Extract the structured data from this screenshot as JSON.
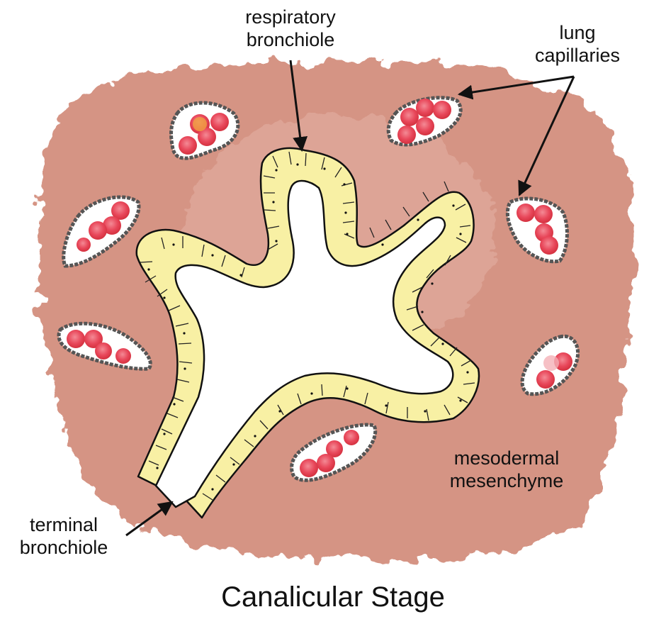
{
  "labels": {
    "respiratory_bronchiole": [
      "respiratory",
      "bronchiole"
    ],
    "lung_capillaries": [
      "lung",
      "capillaries"
    ],
    "mesodermal_mesenchyme": [
      "mesodermal",
      "mesenchyme"
    ],
    "terminal_bronchiole": [
      "terminal",
      "bronchiole"
    ]
  },
  "title": "Canalicular Stage",
  "colors": {
    "mesenchyme": "#d99a8a",
    "mesenchyme_light": "#eec3b8",
    "epithelium": "#f8f0a4",
    "epithelium_edge": "#111111",
    "capillary_wall": "#555555",
    "red_blood_cell": "#e8475a",
    "red_blood_cell_highlight": "#f48a95",
    "orange_cell": "#f0a040",
    "arrow": "#111111"
  }
}
